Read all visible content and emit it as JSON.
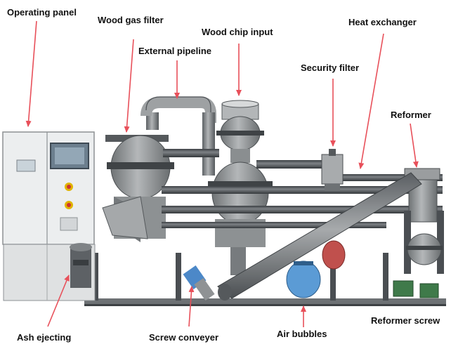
{
  "labels": {
    "operating_panel": "Operating panel",
    "wood_gas_filter": "Wood gas filter",
    "wood_chip_input": "Wood chip input",
    "external_pipeline": "External pipeline",
    "heat_exchanger": "Heat exchanger",
    "security_filter": "Security filter",
    "reformer": "Reformer",
    "ash_ejecting": "Ash ejecting",
    "screw_conveyer": "Screw conveyer",
    "air_bubbles": "Air bubbles",
    "reformer_screw": "Reformer screw"
  },
  "colors": {
    "arrow": "#e8505a",
    "machine_grey": "#8f9294",
    "dark_pipe": "#4a4e52",
    "panel_white": "#eceeef",
    "motor_blue": "#4c88c8",
    "tank_red": "#c0504d",
    "tank_blue": "#5b9bd5",
    "motor_green": "#3f7a4a"
  }
}
